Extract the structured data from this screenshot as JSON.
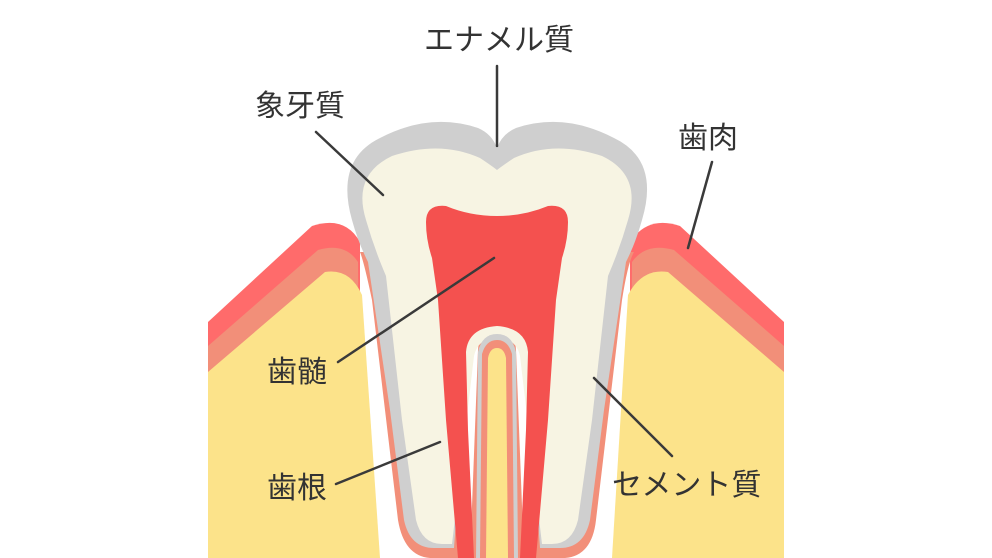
{
  "labels": {
    "enamel": "エナメル質",
    "dentin": "象牙質",
    "gum": "歯肉",
    "pulp": "歯髄",
    "root": "歯根",
    "cementum": "セメント質"
  },
  "colors": {
    "background": "#ffffff",
    "bone": "#fce38a",
    "gum": "#ff6b6b",
    "gum_inner": "#f28f79",
    "enamel": "#cfcfcf",
    "dentin": "#f7f4e3",
    "pulp": "#f4514f",
    "text": "#333333",
    "leader_line": "#3a3a3a"
  }
}
